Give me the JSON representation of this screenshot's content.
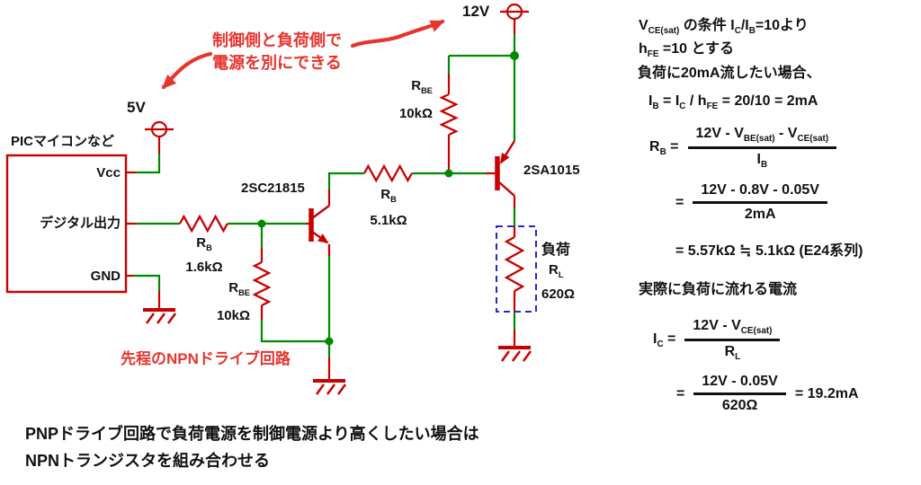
{
  "annotations": {
    "power_note_line1": "制御側と負荷側で",
    "power_note_line2": "電源を別にできる",
    "npn_note": "先程のNPNドライブ回路",
    "bottom_line1": "PNPドライブ回路で負荷電源を制御電源より高くしたい場合は",
    "bottom_line2": "NPNトランジスタを組み合わせる"
  },
  "circuit": {
    "supply_left": "5V",
    "supply_right": "12V",
    "mcu_box": {
      "title": "PICマイコンなど",
      "pins": [
        "Vcc",
        "デジタル出力",
        "GND"
      ]
    },
    "q1": {
      "name": "2SC21815"
    },
    "q2": {
      "name": "2SA1015"
    },
    "r1": {
      "name": "R_{B}",
      "value": "1.6kΩ"
    },
    "r2": {
      "name": "R_{BE}",
      "value": "10kΩ"
    },
    "r3": {
      "name": "R_{B}",
      "value": "5.1kΩ"
    },
    "r4": {
      "name": "R_{BE}",
      "value": "10kΩ"
    },
    "load": {
      "label": "負荷",
      "name": "R_{L}",
      "value": "620Ω"
    }
  },
  "calc": {
    "line1": "V_{CE(sat)} の条件 I_{C}/I_{B}=10より",
    "line2": "h_{FE} =10 とする",
    "line3": "負荷に20mA流したい場合、",
    "line4": "I_{B} = I_{C} / h_{FE} = 20/10 = 2mA",
    "rb_lhs": "R_{B} =",
    "rb_num": "12V - V_{BE(sat)} - V_{CE(sat)}",
    "rb_den": "I_{B}",
    "eq2_lhs": "=",
    "eq2_num": "12V - 0.8V - 0.05V",
    "eq2_den": "2mA",
    "eq3": "= 5.57kΩ ≒ 5.1kΩ (E24系列)",
    "line8": "実際に負荷に流れる電流",
    "ic_lhs": "I_{C} =",
    "ic_num": "12V - V_{CE(sat)}",
    "ic_den": "R_{L}",
    "eq5_lhs": "=",
    "eq5_num": "12V - 0.05V",
    "eq5_den": "620Ω",
    "eq5_result": "= 19.2mA"
  },
  "colors": {
    "circuit_red": "#c80000",
    "wire_green": "#008a00",
    "annotation_red": "#e7342d",
    "load_box_blue": "#2626cc",
    "text_black": "#111111"
  }
}
